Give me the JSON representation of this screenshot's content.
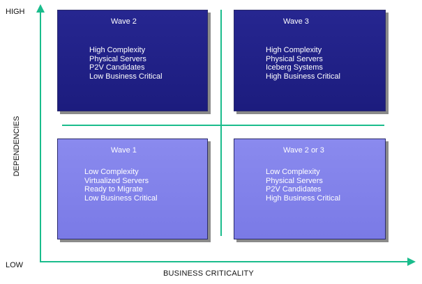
{
  "axes": {
    "y_high_label": "HIGH",
    "y_low_label": "LOW",
    "y_axis_title": "DEPENDENCIES",
    "x_axis_title": "BUSINESS CRITICALITY",
    "axis_color": "#1abc8c"
  },
  "quadrants": [
    {
      "title": "Wave 2",
      "items": [
        "High Complexity",
        "Physical Servers",
        "P2V Candidates",
        "Low Business Critical"
      ],
      "fill": "#20208a"
    },
    {
      "title": "Wave 3",
      "items": [
        "High Complexity",
        "Physical Servers",
        "Iceberg Systems",
        "High Business Critical"
      ],
      "fill": "#20208a"
    },
    {
      "title": "Wave 1",
      "items": [
        "Low Complexity",
        "Virtualized Servers",
        "Ready to Migrate",
        "Low Business Critical"
      ],
      "fill": "#8080ea"
    },
    {
      "title": "Wave 2 or 3",
      "items": [
        "Low  Complexity",
        "Physical Servers",
        "P2V Candidates",
        "High Business Critical"
      ],
      "fill": "#8080ea"
    }
  ]
}
